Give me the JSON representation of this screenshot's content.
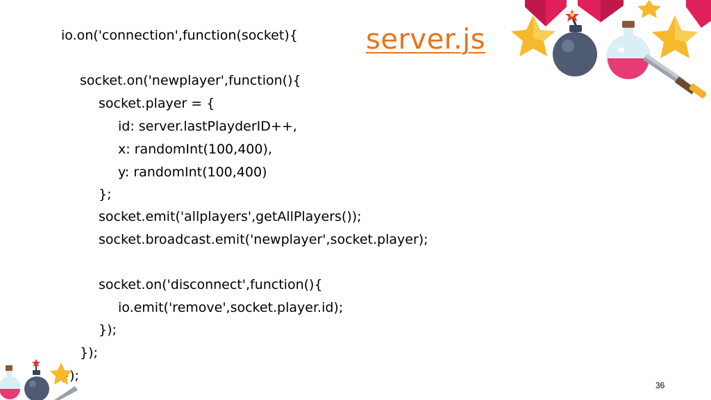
{
  "slide": {
    "title": "server.js",
    "page_number": "36",
    "code_lines": [
      "io.on('connection',function(socket){",
      "socket.on('newplayer',function(){",
      "socket.player = {",
      "id: server.lastPlayderID++,",
      "x: randomInt(100,400),",
      "y: randomInt(100,400)",
      "};",
      "socket.emit('allplayers',getAllPlayers());",
      "socket.broadcast.emit('newplayer',socket.player);",
      "socket.on('disconnect',function(){",
      "io.emit('remove',socket.player.id);",
      "});",
      "});",
      "});"
    ]
  },
  "decorations": {
    "top_right": [
      "gem-icon",
      "star-icon",
      "bomb-icon",
      "potion-icon",
      "sword-icon"
    ],
    "bottom_left": [
      "potion-icon",
      "bomb-icon",
      "star-icon",
      "sword-icon"
    ],
    "colors": {
      "accent": "#e8731c",
      "gem": "#e0205a",
      "star": "#f6b92b",
      "bomb": "#4f5b73",
      "potion": "#e63b73",
      "blade": "#9aa3ad"
    }
  }
}
